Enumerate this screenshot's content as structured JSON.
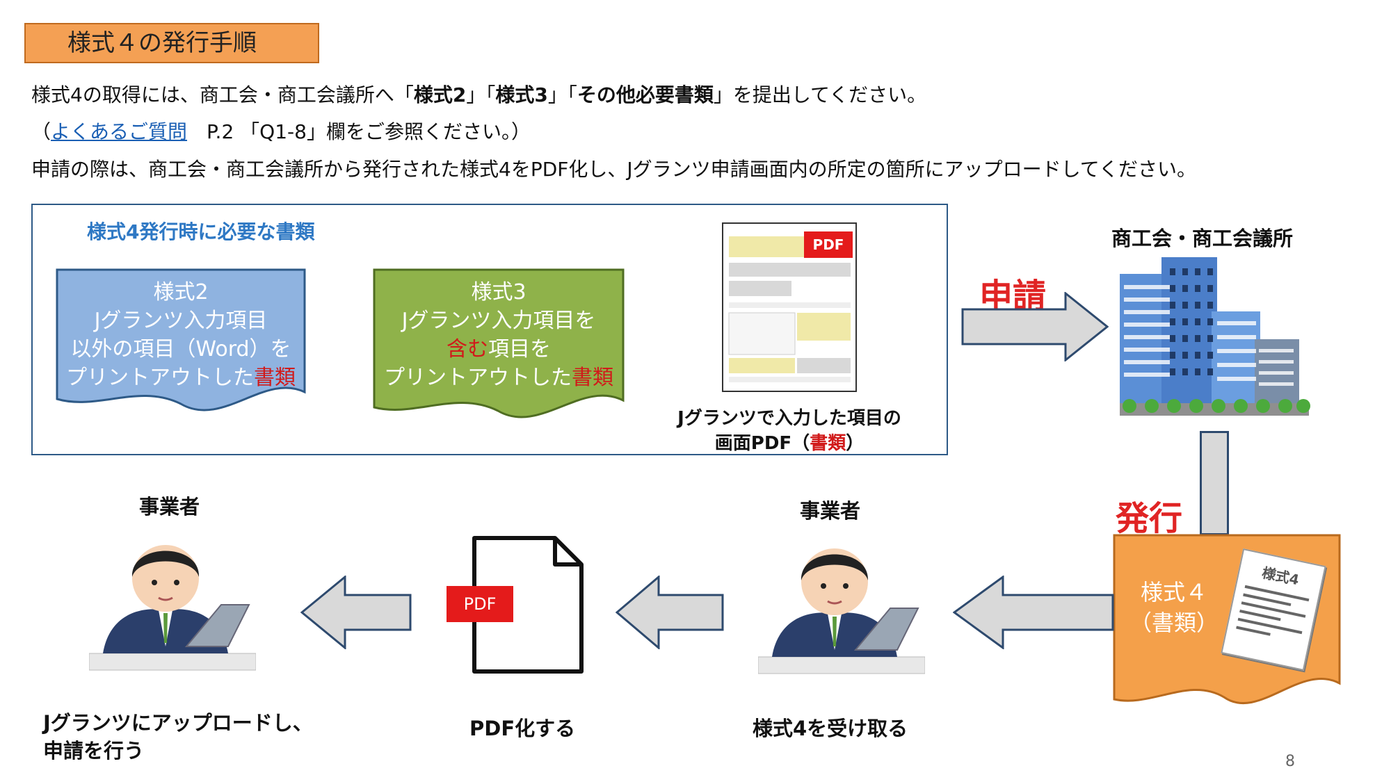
{
  "title": "様式４の発行手順",
  "intro": {
    "line1_a": "様式4の取得には、商工会・商工会議所へ「",
    "line1_b": "様式2",
    "line1_c": "」「",
    "line1_d": "様式3",
    "line1_e": "」「",
    "line1_f": "その他必要書類",
    "line1_g": "」を提出してください。",
    "line2_open": "（",
    "line2_link": "よくあるご質問",
    "line2_rest": "　P.2 「Q1-8」欄をご参照ください。）",
    "line3": "申請の際は、商工会・商工会議所から発行された様式4をPDF化し、Jグランツ申請画面内の所定の箇所にアップロードしてください。"
  },
  "required_docs": {
    "heading": "様式4発行時に必要な書類",
    "form2": {
      "l1": "様式2",
      "l2": "Jグランツ入力項目",
      "l3": "以外の項目（Word）を",
      "l4a": "プリントアウトした",
      "l4b": "書類"
    },
    "form3": {
      "l1": "様式3",
      "l2": "Jグランツ入力項目を",
      "l3a": "含む",
      "l3b": "項目を",
      "l4a": "プリントアウトした",
      "l4b": "書類"
    },
    "pdf_badge": "PDF",
    "pdf_caption_1": "Jグランツで入力した項目の",
    "pdf_caption_2a": "画面PDF（",
    "pdf_caption_2b": "書類",
    "pdf_caption_2c": "）"
  },
  "apply_label": "申請",
  "chamber_label": "商工会・商工会議所",
  "issue_label": "発行",
  "form4": {
    "l1": "様式４",
    "l2": "（書類）",
    "paper_title": "様式4"
  },
  "actors": {
    "left_title": "事業者",
    "mid_title": "事業者",
    "pdf_badge": "PDF",
    "left_caption_1": "Jグランツにアップロードし、",
    "left_caption_2": "申請を行う",
    "pdf_caption": "PDF化する",
    "mid_caption": "様式4を受け取る"
  },
  "page_number": "8",
  "colors": {
    "title_bg": "#f4a054",
    "form2_bg": "#8fb3e0",
    "form3_bg": "#8fb24a",
    "form4_bg": "#f4a04a",
    "accent_red": "#e02424",
    "link_blue": "#1a5fb4"
  }
}
